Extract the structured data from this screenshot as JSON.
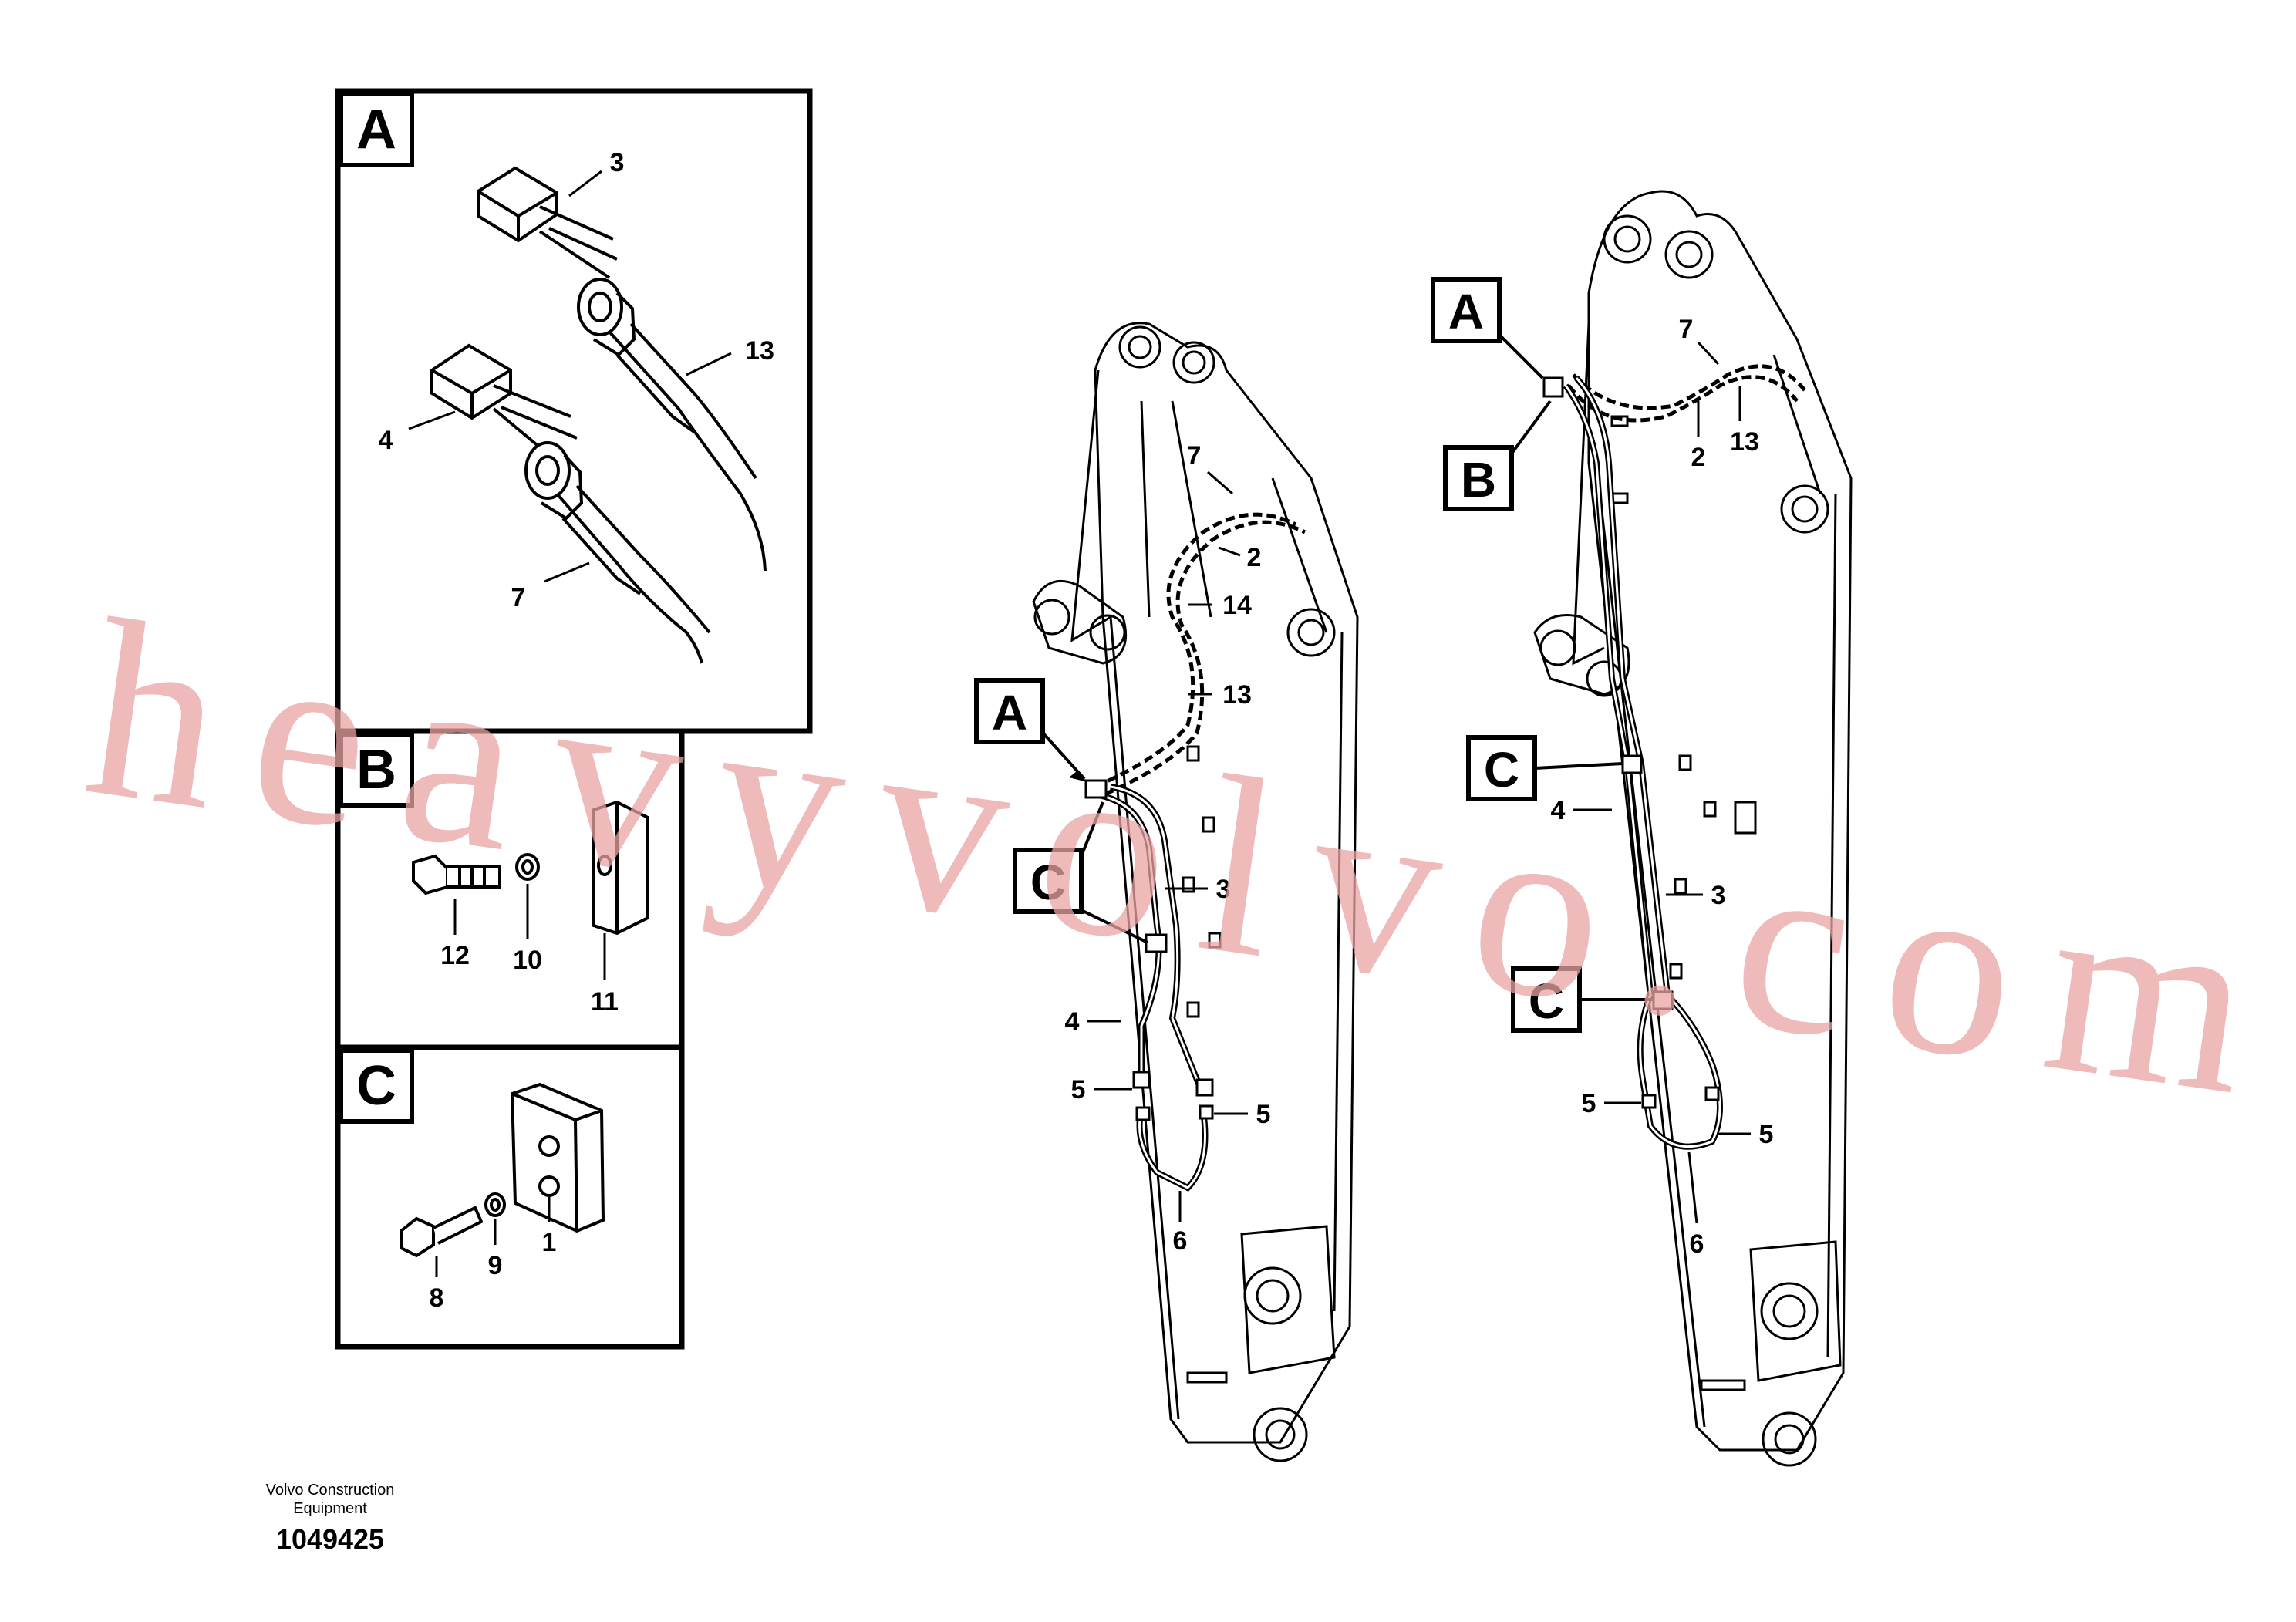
{
  "detail_panels": {
    "A": {
      "letter": "A",
      "callouts": [
        "3",
        "13",
        "4",
        "7"
      ]
    },
    "B": {
      "letter": "B",
      "callouts": [
        "12",
        "10",
        "11"
      ]
    },
    "C": {
      "letter": "C",
      "callouts": [
        "8",
        "9",
        "1"
      ]
    }
  },
  "left_boom": {
    "tags": [
      "A",
      "C"
    ],
    "callouts": [
      "7",
      "2",
      "14",
      "13",
      "3",
      "4",
      "5",
      "5",
      "6"
    ]
  },
  "right_boom": {
    "tags": [
      "A",
      "B",
      "C",
      "C"
    ],
    "callouts": [
      "7",
      "2",
      "13",
      "4",
      "3",
      "5",
      "5",
      "6"
    ]
  },
  "footer": {
    "company_line1": "Volvo Construction",
    "company_line2": "Equipment",
    "drawing_number": "1049425"
  },
  "watermark": "heavyvolvo.com",
  "colors": {
    "line": "#000000",
    "watermark": "#e9a3a3",
    "background": "#ffffff"
  }
}
